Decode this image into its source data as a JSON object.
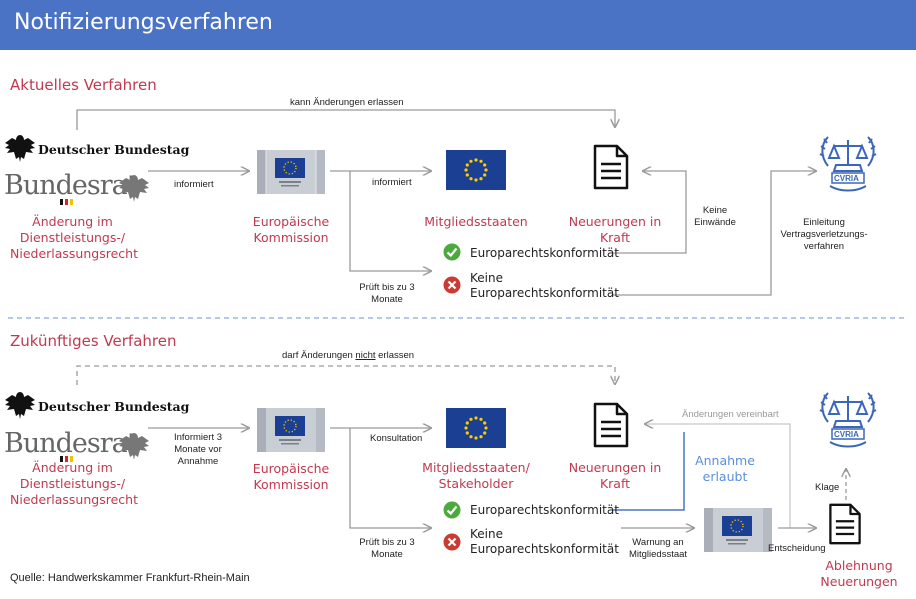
{
  "header": {
    "title": "Notifizierungsverfahren"
  },
  "current": {
    "section_title": "Aktuelles Verfahren",
    "top_arrow_label": "kann Änderungen erlassen",
    "bundestag": "Deutscher Bundestag",
    "bundesrat": "Bundesrat",
    "change_line1": "Änderung im",
    "change_line2": "Dienstleistungs-/",
    "change_line3": "Niederlassungsrecht",
    "informs_label": "informiert",
    "commission_line1": "Europäische",
    "commission_line2": "Kommission",
    "commission_informs": "informiert",
    "checks_line1": "Prüft bis zu 3",
    "checks_line2": "Monate",
    "member_states": "Mitgliedsstaaten",
    "news_line1": "Neuerungen in",
    "news_line2": "Kraft",
    "ok_label": "Europarechtskonformität",
    "nok_line1": "Keine",
    "nok_line2": "Europarechtskonformität",
    "no_objection_line1": "Keine",
    "no_objection_line2": "Einwände",
    "infringement_line1": "Einleitung",
    "infringement_line2": "Vertragsverletzungs-",
    "infringement_line3": "verfahren",
    "curia": "CVRIA"
  },
  "future": {
    "section_title": "Zukünftiges Verfahren",
    "top_label_pre": "darf Änderungen ",
    "top_label_emph": "nicht",
    "top_label_post": " erlassen",
    "bundestag": "Deutscher Bundestag",
    "bundesrat": "Bundesrat",
    "change_line1": "Änderung im",
    "change_line2": "Dienstleistungs-/",
    "change_line3": "Niederlassungsrecht",
    "informs_line1": "Informiert 3",
    "informs_line2": "Monate vor",
    "informs_line3": "Annahme",
    "commission_line1": "Europäische",
    "commission_line2": "Kommission",
    "consultation": "Konsultation",
    "checks_line1": "Prüft bis zu 3",
    "checks_line2": "Monate",
    "member_line1": "Mitgliedsstaaten/",
    "member_line2": "Stakeholder",
    "news_line1": "Neuerungen in",
    "news_line2": "Kraft",
    "ok_label": "Europarechtskonformität",
    "nok_line1": "Keine",
    "nok_line2": "Europarechtskonformität",
    "agreed_changes": "Änderungen vereinbart",
    "adoption_line1": "Annahme",
    "adoption_line2": "erlaubt",
    "warning_line1": "Warnung an",
    "warning_line2": "Mitgliedsstaat",
    "decision": "Entscheidung",
    "lawsuit": "Klage",
    "rejection_line1": "Ablehnung",
    "rejection_line2": "Neuerungen",
    "curia": "CVRIA"
  },
  "source": "Quelle: Handwerkskammer Frankfurt-Rhein-Main",
  "colors": {
    "header": "#4a73c6",
    "accent_red": "#c0394f",
    "accent_blue": "#5b8fd6",
    "eu_blue": "#1b3f93",
    "eu_star": "#ffcc00",
    "arrow_grey": "#9a9a9a",
    "check_green": "#4caa3c",
    "cross_red": "#cc3b33"
  },
  "icons": [
    "federal-eagle-icon",
    "eu-flag-icon",
    "commission-building-icon",
    "document-icon",
    "check-icon",
    "cross-icon",
    "curia-icon"
  ]
}
